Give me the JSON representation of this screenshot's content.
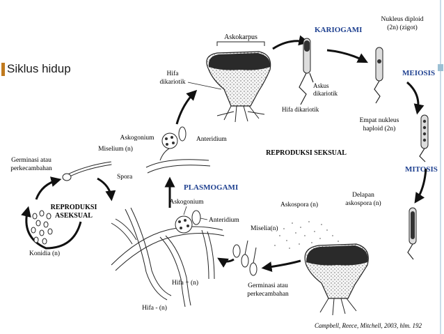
{
  "slide": {
    "title": "Siklus hidup",
    "accent_color": "#c07a1e",
    "rule_color": "#c9dde8"
  },
  "diagram": {
    "labels": {
      "askokarpus": "Askokarpus",
      "kariogami": "KARIOGAMI",
      "nukleus_diploid": "Nukleus diploid",
      "zigot": "(2n) (zigot)",
      "meiosis": "MEIOSIS",
      "hifa_dikariotik_top": "Hifa",
      "hifa_dikariotik_top2": "dikariotik",
      "askus": "Askus",
      "askus_dikariotik": "dikariotik",
      "hifa_dikariotik_bottom": "Hifa dikariotik",
      "empat_nukleus": "Empat nukleus",
      "haploid": "haploid (2n)",
      "askogonium_top": "Askogonium",
      "miselium": "Miselium (n)",
      "anteridium_top": "Anteridium",
      "germinasi_top1": "Germinasi atau",
      "germinasi_top2": "perkecambahan",
      "spora": "Spora",
      "reproduksi_seksual": "REPRODUKSI SEKSUAL",
      "mitosis": "MITOSIS",
      "plasmogami": "PLASMOGAMI",
      "reproduksi_aseksual1": "REPRODUKSI",
      "reproduksi_aseksual2": "ASEKSUAL",
      "askogonium_mid": "Askogonium",
      "anteridium_mid": "Anteridium",
      "delapan1": "Delapan",
      "delapan2": "askospora (n)",
      "askospora": "Askospora (n)",
      "konidia": "Konidia (n)",
      "miselia": "Miselia(n)",
      "hifa_plus": "Hifa + (n)",
      "germinasi_bot1": "Germinasi atau",
      "germinasi_bot2": "perkecambahan",
      "hifa_minus": "Hifa - (n)",
      "citation": "Campbell, Reece, Mitchell, 2003, hlm. 192"
    }
  }
}
